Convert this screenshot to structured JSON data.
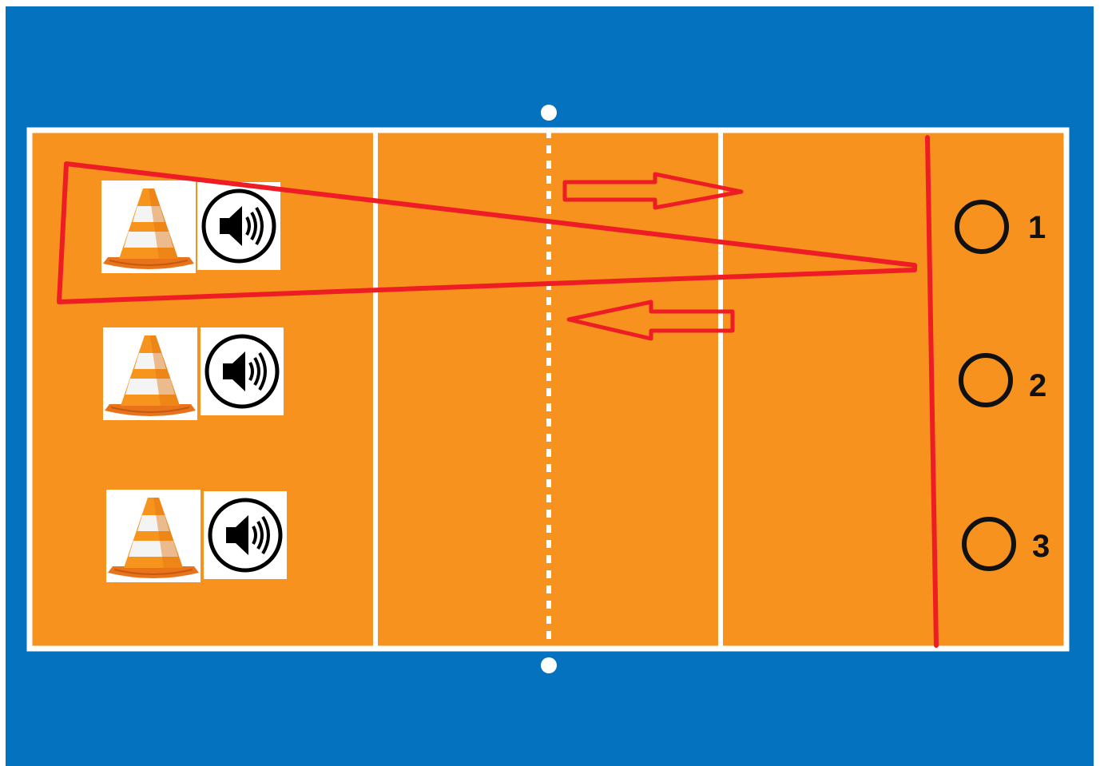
{
  "colors": {
    "background_blue": "#0572BF",
    "court_orange": "#F7921E",
    "court_lines": "#FFFFFF",
    "drill_red": "#EE1C25",
    "player_ring": "#111111"
  },
  "icons": {
    "cone": "traffic-cone-icon",
    "sound": "speaker-icon"
  },
  "stations": [
    {
      "cone": "traffic-cone-icon",
      "sound": "speaker-icon"
    },
    {
      "cone": "traffic-cone-icon",
      "sound": "speaker-icon"
    },
    {
      "cone": "traffic-cone-icon",
      "sound": "speaker-icon"
    }
  ],
  "players": [
    {
      "label": "1"
    },
    {
      "label": "2"
    },
    {
      "label": "3"
    }
  ],
  "arrows": [
    {
      "direction": "right"
    },
    {
      "direction": "left"
    }
  ]
}
